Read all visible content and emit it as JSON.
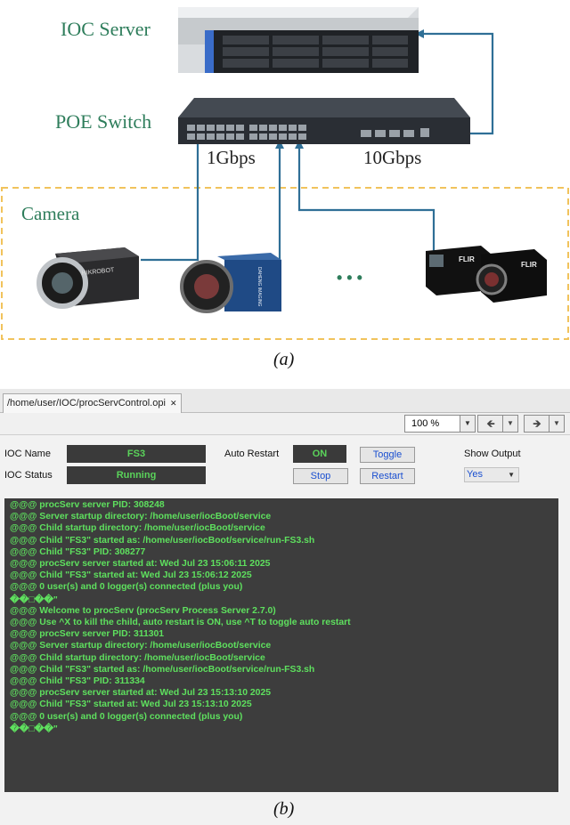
{
  "panel_a": {
    "labels": {
      "ioc_server": "IOC Server",
      "poe_switch": "POE Switch",
      "speed_1g": "1Gbps",
      "speed_10g": "10Gbps",
      "camera": "Camera",
      "camera1_brand": "HIKROBOT",
      "camera2_brand": "DAHENG IMAGING",
      "camera3_brand": "FLIR",
      "camera4_brand": "FLIR",
      "ellipsis": "• • •"
    },
    "caption": "(a)",
    "colors": {
      "label_green": "#2e7d5b",
      "link_blue": "#2f6f96",
      "dash_orange": "#f1c35c"
    }
  },
  "panel_b": {
    "tab_title": "/home/user/IOC/procServControl.opi",
    "tab_close": "✕",
    "toolbar": {
      "zoom_value": "100 %",
      "zoom_dropdown_icon": "▼",
      "back_icon": "🡸",
      "forward_icon": "🡺",
      "back_dropdown_icon": "▼",
      "forward_dropdown_icon": "▼"
    },
    "controls": {
      "ioc_name_label": "IOC Name",
      "ioc_name_value": "FS3",
      "ioc_status_label": "IOC Status",
      "ioc_status_value": "Running",
      "auto_restart_label": "Auto Restart",
      "auto_restart_value": "ON",
      "toggle_button": "Toggle",
      "stop_button": "Stop",
      "restart_button": "Restart",
      "show_output_label": "Show Output",
      "show_output_value": "Yes",
      "show_output_arrow": "▼"
    },
    "console_lines": [
      "@@@ procServ server PID: 308248",
      "@@@ Server startup directory: /home/user/iocBoot/service",
      "@@@ Child startup directory: /home/user/iocBoot/service",
      "@@@ Child \"FS3\" started as: /home/user/iocBoot/service/run-FS3.sh",
      "@@@ Child \"FS3\" PID: 308277",
      "@@@ procServ server started at: Wed Jul 23 15:06:11 2025",
      "@@@ Child \"FS3\" started at: Wed Jul 23 15:06:12 2025",
      "@@@ 0 user(s) and 0 logger(s) connected (plus you)",
      "��□��\"",
      "@@@ Welcome to procServ (procServ Process Server 2.7.0)",
      "@@@ Use ^X to kill the child, auto restart is ON, use ^T to toggle auto restart",
      "@@@ procServ server PID: 311301",
      "@@@ Server startup directory: /home/user/iocBoot/service",
      "@@@ Child startup directory: /home/user/iocBoot/service",
      "@@@ Child \"FS3\" started as: /home/user/iocBoot/service/run-FS3.sh",
      "@@@ Child \"FS3\" PID: 311334",
      "@@@ procServ server started at: Wed Jul 23 15:13:10 2025",
      "@@@ Child \"FS3\" started at: Wed Jul 23 15:13:10 2025",
      "@@@ 0 user(s) and 0 logger(s) connected (plus you)",
      "��□��\""
    ],
    "caption": "(b)",
    "colors": {
      "console_bg": "#3d3d3d",
      "console_text": "#5ee05e",
      "button_text": "#1a4fd0"
    }
  }
}
